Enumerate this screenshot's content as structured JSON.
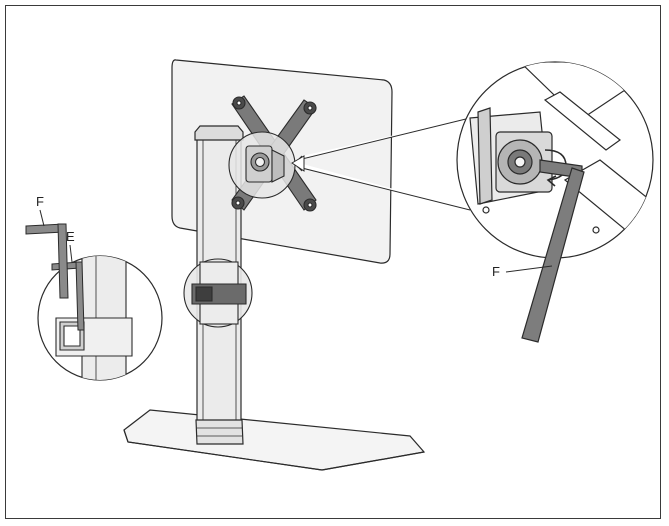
{
  "callouts": {
    "hex_key_large_label": "F",
    "hex_key_small_label": "E",
    "hex_key_detail_label": "F"
  },
  "colors": {
    "line": "#2b2b2b",
    "panel_fill": "#f2f2f2",
    "pole_fill": "#e9e9e9",
    "dark_part": "#5a5a5a",
    "frame": "#3a3a3a"
  },
  "icons": {
    "hex_key": "allen-key",
    "zoom_detail": "magnified-circle",
    "arrow": "assembly-direction-arrow"
  }
}
